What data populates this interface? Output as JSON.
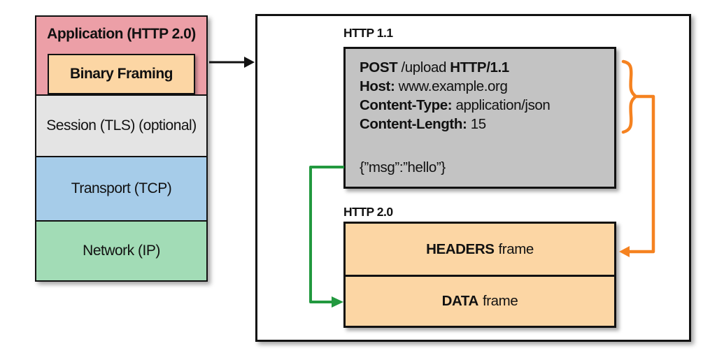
{
  "colors": {
    "pink": "#ec9fa7",
    "tan": "#fcd6a4",
    "session-gray": "#e4e4e4",
    "request-gray": "#c3c3c3",
    "blue": "#a6cce9",
    "green": "#a2dcb6",
    "orange-accent": "#f58220",
    "green-accent": "#22993f",
    "line-black": "#111111"
  },
  "stack": {
    "layers": [
      {
        "label": "Application (HTTP 2.0)",
        "color": "#ec9fa7"
      },
      {
        "label": "Binary Framing",
        "color": "#fcd6a4"
      },
      {
        "label": "Session (TLS) (optional)",
        "color": "#e4e4e4"
      },
      {
        "label": "Transport (TCP)",
        "color": "#a6cce9"
      },
      {
        "label": "Network (IP)",
        "color": "#a2dcb6"
      }
    ]
  },
  "panel": {
    "http11_label": "HTTP 1.1",
    "http20_label": "HTTP 2.0",
    "request": {
      "lines": [
        {
          "segments": [
            {
              "text": "POST",
              "bold": true
            },
            {
              "text": " /upload ",
              "bold": false
            },
            {
              "text": "HTTP/1.1",
              "bold": true
            }
          ]
        },
        {
          "segments": [
            {
              "text": "Host:",
              "bold": true
            },
            {
              "text": " www.example.org",
              "bold": false
            }
          ]
        },
        {
          "segments": [
            {
              "text": "Content-Type:",
              "bold": true
            },
            {
              "text": " application/json",
              "bold": false
            }
          ]
        },
        {
          "segments": [
            {
              "text": "Content-Length:",
              "bold": true
            },
            {
              "text": " 15",
              "bold": false
            }
          ]
        }
      ],
      "body": "{”msg”:”hello”}"
    },
    "frames": [
      {
        "bold": "HEADERS",
        "rest": "frame"
      },
      {
        "bold": "DATA",
        "rest": "frame"
      }
    ]
  }
}
